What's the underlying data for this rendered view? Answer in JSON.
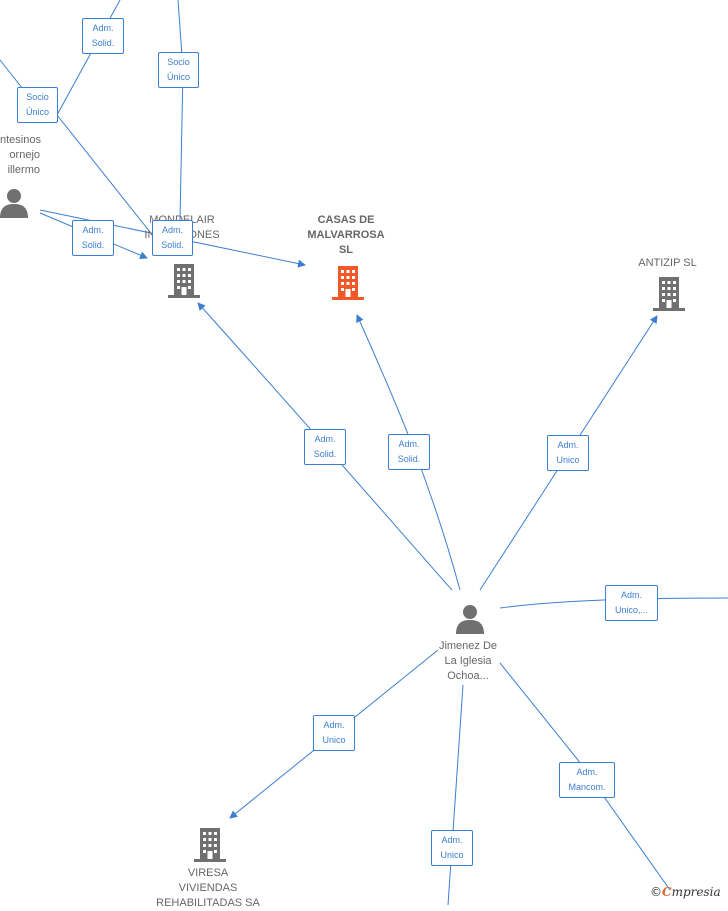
{
  "colors": {
    "edge": "#3b7fd1",
    "company": "#707070",
    "company_main": "#f05a28",
    "person": "#707070"
  },
  "nodes": {
    "casas": {
      "label": "CASAS DE\nMALVARROSA\nSL",
      "icon": "building-icon"
    },
    "mondelair": {
      "label": "MONDELAIR\nINVERSIONES",
      "icon": "building-icon"
    },
    "antizip": {
      "label": "ANTIZIP SL",
      "icon": "building-icon"
    },
    "viresa": {
      "label": "VIRESA\nVIVIENDAS\nREHABILITADAS SA",
      "icon": "building-icon"
    },
    "montesinos": {
      "label": "ntesinos\nornejo\nillermo",
      "icon": "person-icon"
    },
    "jimenez": {
      "label": "Jimenez De\nLa Iglesia\nOchoa...",
      "icon": "person-icon"
    }
  },
  "edges": [
    {
      "label": "Adm.\nSolid."
    },
    {
      "label": "Socio\nÚnico"
    },
    {
      "label": "Socio\nÚnico"
    },
    {
      "label": "Adm.\nSolid."
    },
    {
      "label": "Adm.\nSolid."
    },
    {
      "label": "Adm.\nSolid."
    },
    {
      "label": "Adm.\nSolid."
    },
    {
      "label": "Adm.\nUnico"
    },
    {
      "label": "Adm.\nUnico,..."
    },
    {
      "label": "Adm.\nUnico"
    },
    {
      "label": "Adm.\nMancom."
    },
    {
      "label": "Adm.\nUnico"
    }
  ],
  "watermark": {
    "copyright": "©",
    "brand_initial": "C",
    "brand_rest": "mpresia"
  }
}
